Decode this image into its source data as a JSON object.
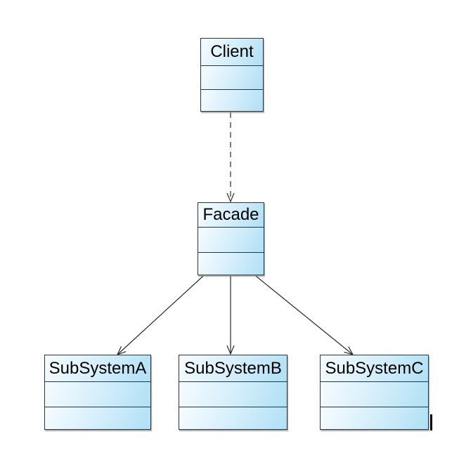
{
  "diagram": {
    "kind": "uml-class-diagram",
    "nodes": [
      {
        "id": "client",
        "label": "Client",
        "compartments": 3
      },
      {
        "id": "facade",
        "label": "Facade",
        "compartments": 3
      },
      {
        "id": "subsystem-a",
        "label": "SubSystemA",
        "compartments": 3
      },
      {
        "id": "subsystem-b",
        "label": "SubSystemB",
        "compartments": 3
      },
      {
        "id": "subsystem-c",
        "label": "SubSystemC",
        "compartments": 3
      }
    ],
    "edges": [
      {
        "from": "Client",
        "to": "Facade",
        "line": "dashed",
        "arrowhead": "open"
      },
      {
        "from": "Facade",
        "to": "SubSystemA",
        "line": "solid",
        "arrowhead": "open"
      },
      {
        "from": "Facade",
        "to": "SubSystemB",
        "line": "solid",
        "arrowhead": "open"
      },
      {
        "from": "Facade",
        "to": "SubSystemC",
        "line": "solid",
        "arrowhead": "open"
      }
    ],
    "colors": {
      "background": "#ffffff",
      "node_border": "#333333",
      "node_fill_light": "#f6fcff",
      "node_fill_dark": "#b0e0f5",
      "edge_stroke": "#2b2b2b",
      "label_color": "#000000"
    }
  }
}
